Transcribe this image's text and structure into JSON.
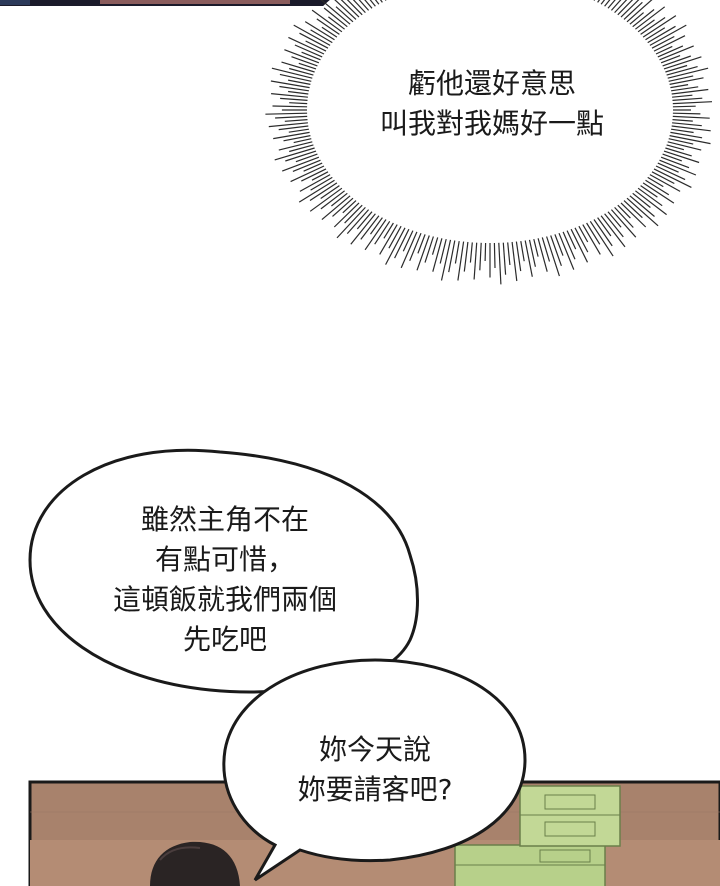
{
  "panels": {
    "top_scene": {
      "bg_color": "#8a5c5c",
      "frame_color": "#1a1a2a"
    },
    "bottom_scene": {
      "wall_color": "#a8826c",
      "floor_color": "#b48c74",
      "frame_color": "#1a1a1a",
      "crate_color": "#b7d08a",
      "hair_color": "#2a2424"
    }
  },
  "bubbles": {
    "thought_top": {
      "lines": [
        "虧他還好意思",
        "叫我對我媽好一點"
      ]
    },
    "speech_left": {
      "lines": [
        "雖然主角不在",
        "有點可惜，",
        "這頓飯就我們兩個",
        "先吃吧"
      ]
    },
    "speech_right": {
      "lines": [
        "妳今天說",
        "妳要請客吧?"
      ]
    }
  },
  "colors": {
    "bubble_fill": "#ffffff",
    "bubble_stroke": "#1a1a1a",
    "burst_line": "#2b2b2b"
  }
}
